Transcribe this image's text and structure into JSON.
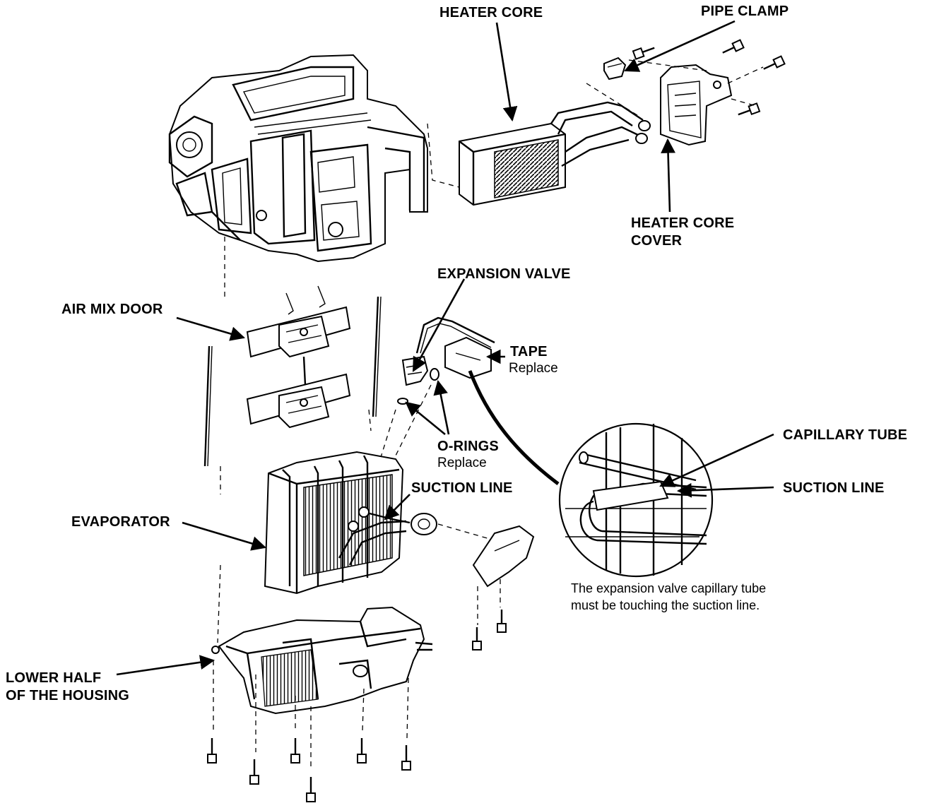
{
  "labels": {
    "heater_core": "HEATER CORE",
    "pipe_clamp": "PIPE CLAMP",
    "heater_core_cover_1": "HEATER CORE",
    "heater_core_cover_2": "COVER",
    "expansion_valve": "EXPANSION VALVE",
    "air_mix_door": "AIR MIX DOOR",
    "tape": "TAPE",
    "tape_sub": "Replace",
    "capillary_tube": "CAPILLARY TUBE",
    "o_rings": "O-RINGS",
    "o_rings_sub": "Replace",
    "suction_line_1": "SUCTION LINE",
    "suction_line_2": "SUCTION LINE",
    "evaporator": "EVAPORATOR",
    "lower_half_1": "LOWER HALF",
    "lower_half_2": "OF THE HOUSING"
  },
  "note": {
    "line1": "The expansion valve capillary tube",
    "line2": "must be touching the suction line."
  }
}
